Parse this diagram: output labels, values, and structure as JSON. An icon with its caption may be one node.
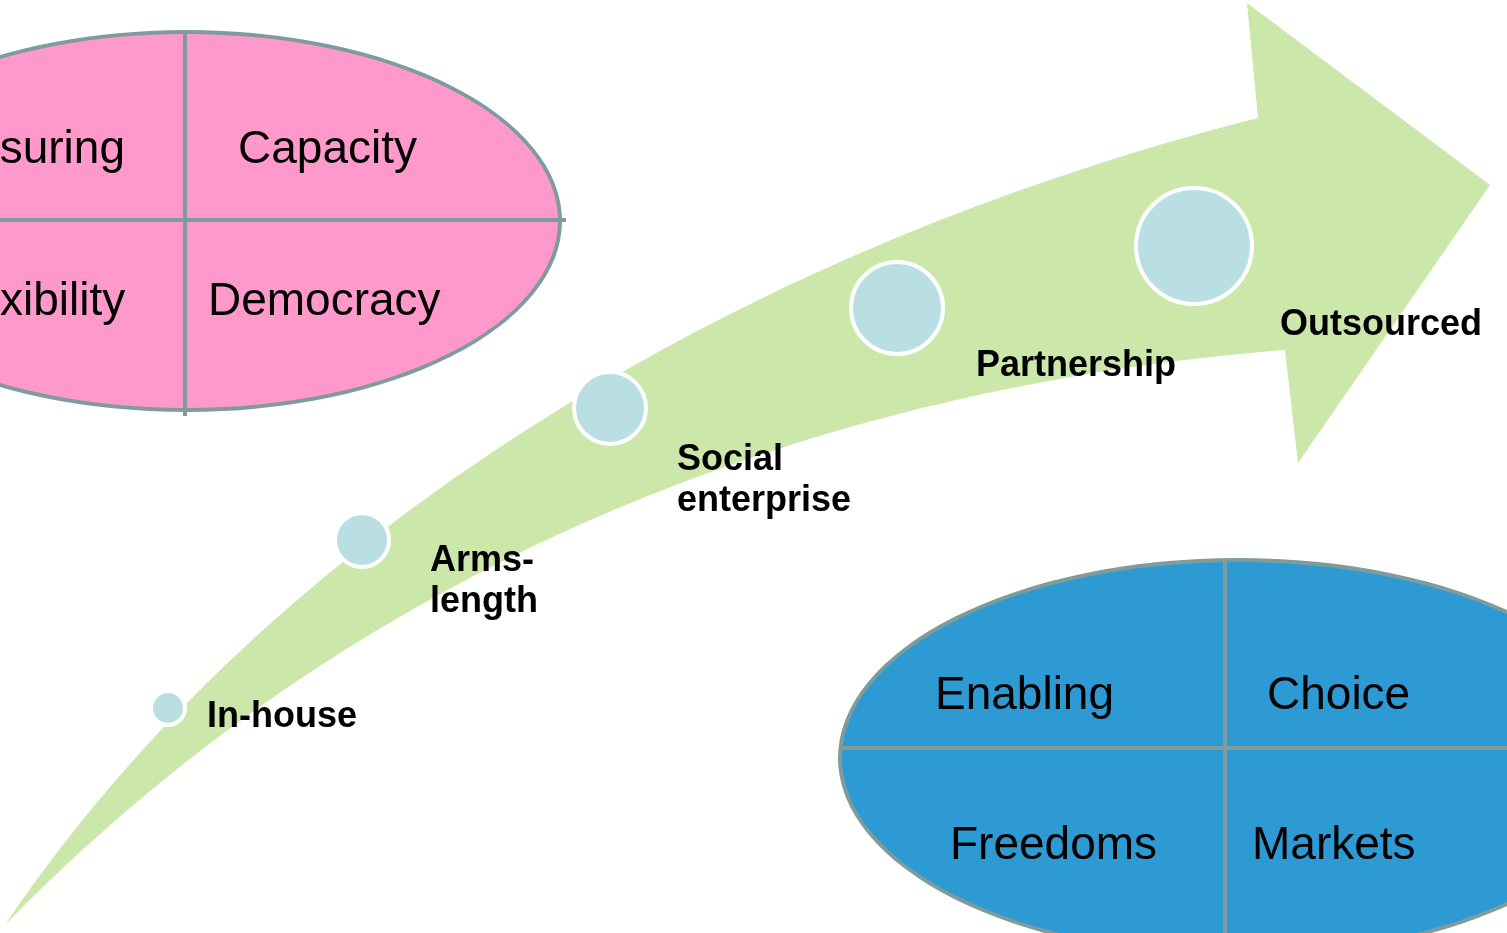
{
  "diagram": {
    "nodes": [
      {
        "text": [
          "suring",
          "Capacity",
          "xibility",
          "Democracy"
        ]
      },
      {
        "text": [],
        "shape": "arrow"
      },
      {
        "text": [],
        "shape": "circle",
        "in": 1,
        "beside": [
          "In-house"
        ]
      },
      {
        "text": [],
        "shape": "circle",
        "in": 1,
        "beside": [
          "Arms- length"
        ]
      },
      {
        "text": [],
        "shape": "circle",
        "in": 1,
        "beside": [
          "Social enterprise"
        ]
      },
      {
        "text": [],
        "shape": "circle",
        "in": 1,
        "beside": [
          "Partnership"
        ]
      },
      {
        "text": [],
        "shape": "circle",
        "in": 1,
        "beside": [
          "Outsourced"
        ]
      },
      {
        "text": [
          "Enabling",
          "Choice",
          "Freedoms",
          "Markets"
        ]
      }
    ],
    "edges": []
  }
}
